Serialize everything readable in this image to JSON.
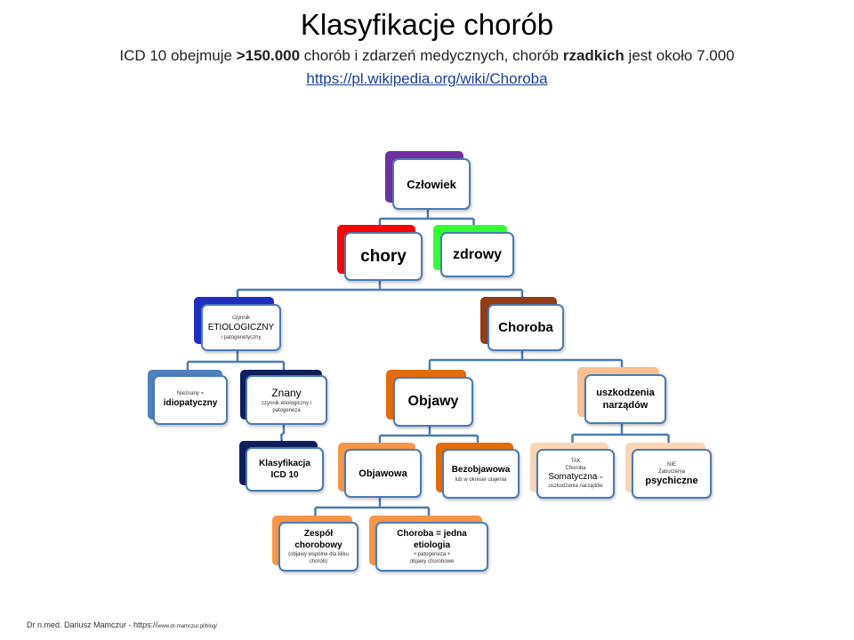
{
  "header": {
    "title": "Klasyfikacje chorób",
    "subtitle_p1": "ICD 10 obejmuje ",
    "subtitle_b1": ">150.000",
    "subtitle_p2": " chorób i zdarzeń medycznych, chorób ",
    "subtitle_b2": "rzadkich",
    "subtitle_p3": " jest około 7.000",
    "link": "https://pl.wikipedia.org/wiki/Choroba"
  },
  "colors": {
    "connector": "#4a7bb5",
    "czlowiek": "#7030a0",
    "chory": "#ff0000",
    "zdrowy": "#33ff33",
    "etiologiczny": "#1f2fbf",
    "choroba": "#943c16",
    "niezany": "#4f81bd",
    "znany": "#0f1f5c",
    "objawy": "#e36c09",
    "uszkodzenia": "#fac090",
    "klasyfikacja": "#0f1f5c",
    "objawowa": "#f79646",
    "bezobjawowa": "#e36c09",
    "tak": "#fcd5b4",
    "nie": "#fcd5b4",
    "zespol": "#f79646",
    "jedna": "#f79646"
  },
  "nodes": {
    "czlowiek": {
      "label": "Człowiek"
    },
    "chory": {
      "label": "chory"
    },
    "zdrowy": {
      "label": "zdrowy"
    },
    "etiologiczny": {
      "small1": "czynnik",
      "label": "ETIOLOGICZNY",
      "small2": "i patogenetyczny"
    },
    "choroba": {
      "label": "Choroba"
    },
    "niezany": {
      "small": "Nieznany =",
      "label": "idiopatyczny"
    },
    "znany": {
      "label": "Znany",
      "small": "czynnik etiologiczny i patogeneza"
    },
    "objawy": {
      "label": "Objawy"
    },
    "uszkodzenia": {
      "label": "uszkodzenia narządów"
    },
    "klasyfikacja": {
      "label": "Klasyfikacja ICD 10"
    },
    "objawowa": {
      "label": "Objawowa"
    },
    "bezobjawowa": {
      "label": "Bezobjawowa",
      "small": "lub w okresie utajenia"
    },
    "tak": {
      "small1": "TAK",
      "small2": "Choroba",
      "label": "Somatyczna",
      "small3": "=",
      "small4": "uszkodzenia narządów"
    },
    "nie": {
      "small1": "NIE",
      "small2": "Zaburzenia",
      "label": "psychiczne"
    },
    "zespol": {
      "label": "Zespół chorobowy",
      "small": "(objawy wspólne dla kilku chorób)"
    },
    "jedna": {
      "label": "Choroba = jedna etiologia",
      "small1": "+ patogeneza +",
      "small2": "objawy chorobowe"
    }
  },
  "footer": {
    "author": "Dr n.med. Dariusz Mamczur - https://",
    "url": "www.dr-mamczur.pl/blog/"
  }
}
